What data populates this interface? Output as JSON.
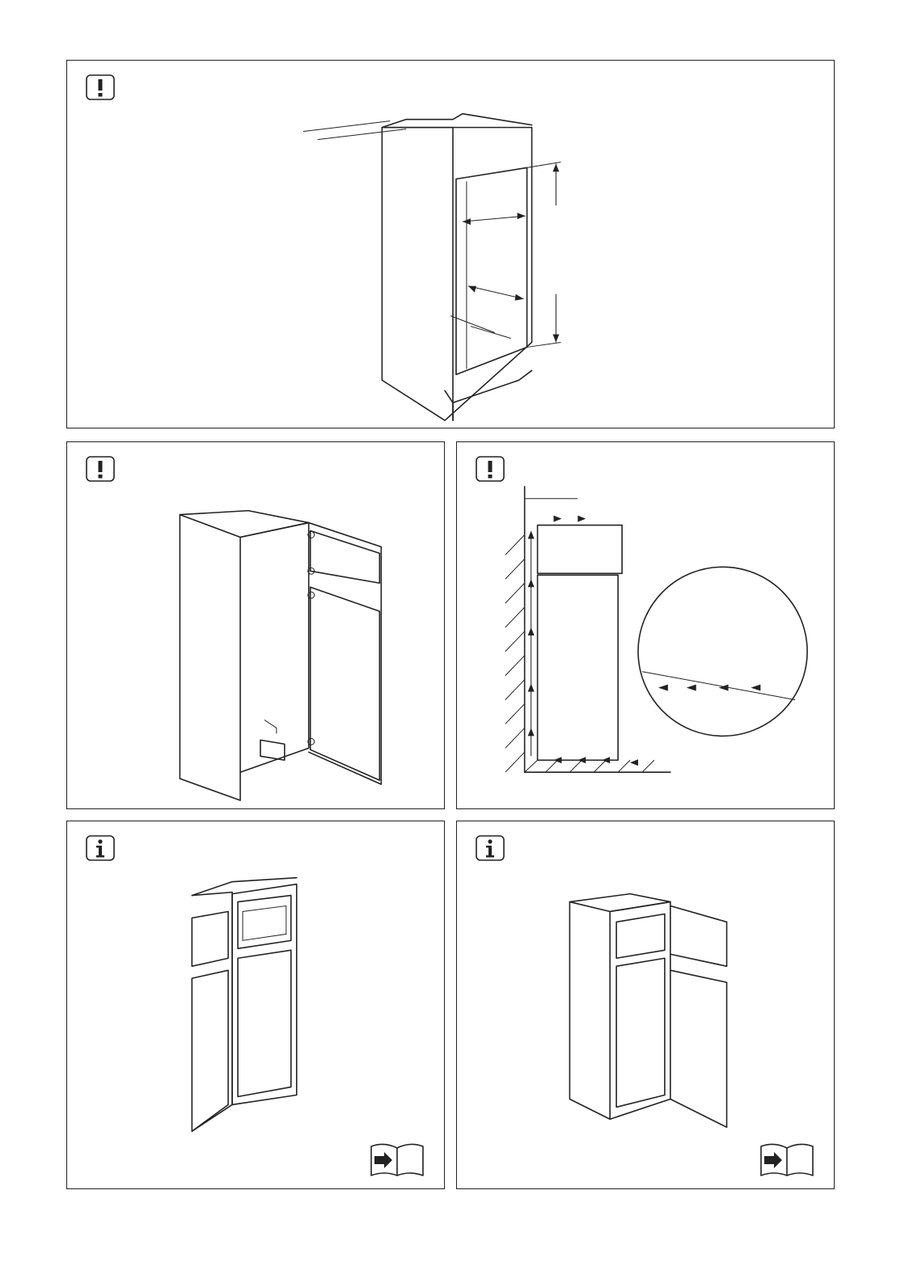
{
  "panels": [
    {
      "id": "p1",
      "symbol": "warning-icon"
    },
    {
      "id": "p2",
      "symbol": "warning-icon"
    },
    {
      "id": "p3",
      "symbol": "warning-icon"
    },
    {
      "id": "p4",
      "symbol": "info-icon",
      "footer_symbol": "see-manual-book-icon"
    },
    {
      "id": "p5",
      "symbol": "info-icon",
      "footer_symbol": "see-manual-book-icon"
    }
  ],
  "colors": {
    "line": "#222222",
    "background": "#ffffff"
  }
}
